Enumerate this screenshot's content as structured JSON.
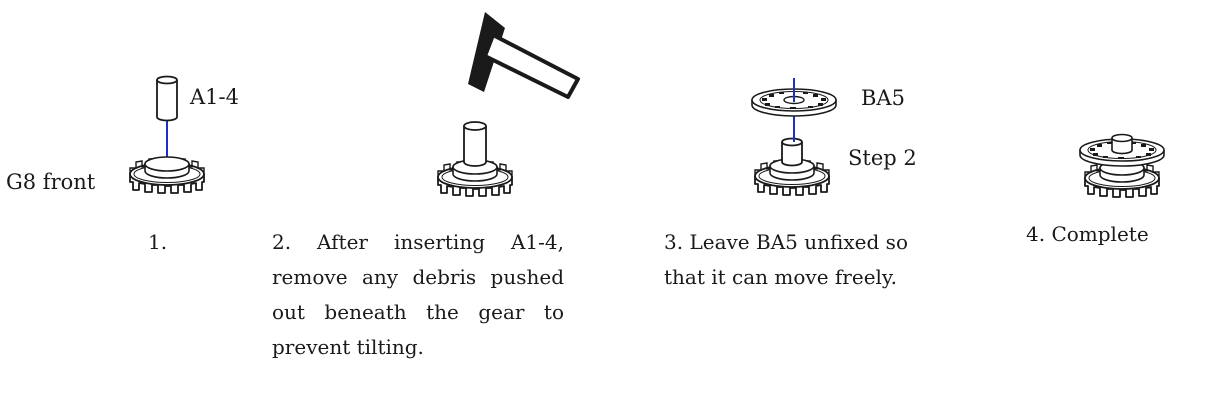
{
  "steps": [
    {
      "caption": "1.",
      "labels": {
        "part": "A1-4",
        "base": "G8 front"
      }
    },
    {
      "caption": "2. After inserting A1-4, remove any debris pushed out beneath the gear to prevent tilting."
    },
    {
      "caption": "3. Leave BA5 unfixed so that it can move freely.",
      "labels": {
        "part": "BA5",
        "base": "Step 2"
      }
    },
    {
      "caption": "4. Complete"
    }
  ],
  "colors": {
    "guide_line": "#1e2ecc",
    "ink": "#1a1a1a",
    "paper": "#ffffff"
  },
  "icons": [
    "collar-part",
    "spur-gear",
    "mallet-icon",
    "dial-disc"
  ]
}
